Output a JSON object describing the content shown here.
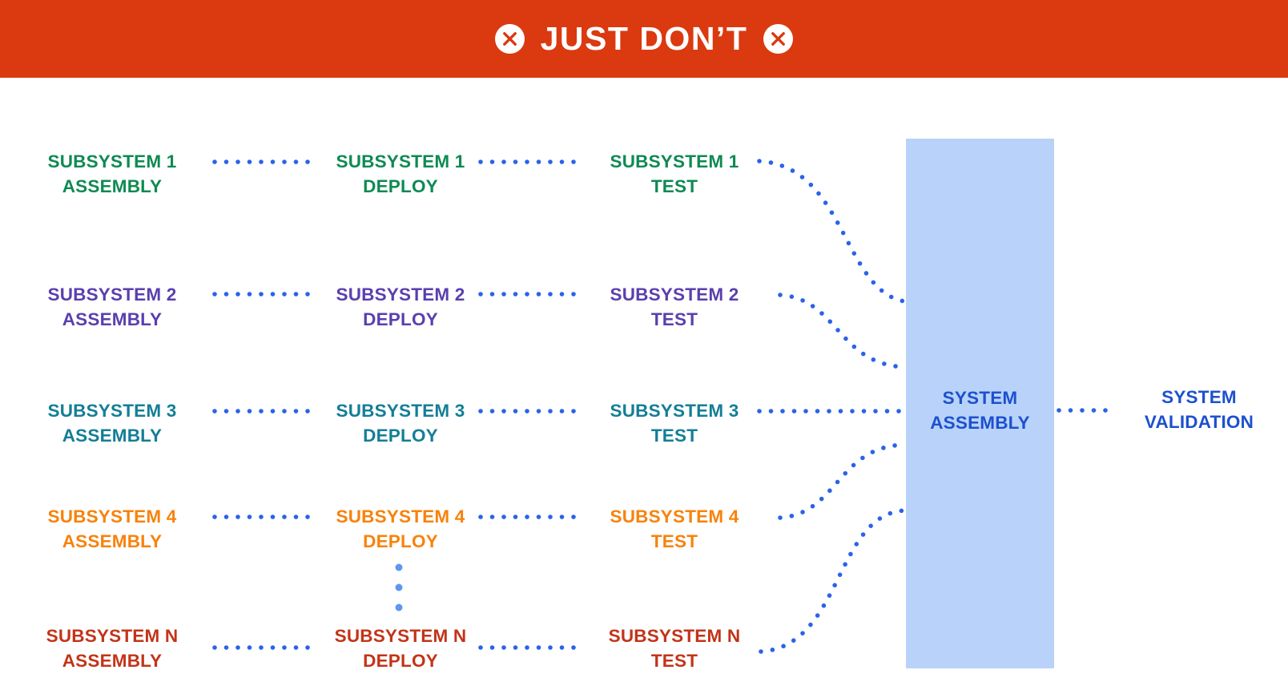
{
  "banner": {
    "title": "JUST DON’T"
  },
  "colors": {
    "banner_bg": "#DB390F",
    "dot_blue": "#2A63E8",
    "ellipsis_blue": "#5F97F0",
    "box_fill": "#B8D2F9",
    "deep_blue": "#1C51CE"
  },
  "rows": [
    {
      "name": "subsystem-1",
      "color": "#0E8A52",
      "cells": [
        {
          "line1": "SUBSYSTEM 1",
          "line2": "ASSEMBLY"
        },
        {
          "line1": "SUBSYSTEM 1",
          "line2": "DEPLOY"
        },
        {
          "line1": "SUBSYSTEM 1",
          "line2": "TEST"
        }
      ]
    },
    {
      "name": "subsystem-2",
      "color": "#5A3FAE",
      "cells": [
        {
          "line1": "SUBSYSTEM 2",
          "line2": "ASSEMBLY"
        },
        {
          "line1": "SUBSYSTEM 2",
          "line2": "DEPLOY"
        },
        {
          "line1": "SUBSYSTEM 2",
          "line2": "TEST"
        }
      ]
    },
    {
      "name": "subsystem-3",
      "color": "#137E96",
      "cells": [
        {
          "line1": "SUBSYSTEM 3",
          "line2": "ASSEMBLY"
        },
        {
          "line1": "SUBSYSTEM 3",
          "line2": "DEPLOY"
        },
        {
          "line1": "SUBSYSTEM 3",
          "line2": "TEST"
        }
      ]
    },
    {
      "name": "subsystem-4",
      "color": "#F8820B",
      "cells": [
        {
          "line1": "SUBSYSTEM 4",
          "line2": "ASSEMBLY"
        },
        {
          "line1": "SUBSYSTEM 4",
          "line2": "DEPLOY"
        },
        {
          "line1": "SUBSYSTEM 4",
          "line2": "TEST"
        }
      ]
    },
    {
      "name": "subsystem-n",
      "color": "#C23418",
      "cells": [
        {
          "line1": "SUBSYSTEM N",
          "line2": "ASSEMBLY"
        },
        {
          "line1": "SUBSYSTEM N",
          "line2": "DEPLOY"
        },
        {
          "line1": "SUBSYSTEM N",
          "line2": "TEST"
        }
      ]
    }
  ],
  "system_assembly": {
    "line1": "SYSTEM",
    "line2": "ASSEMBLY"
  },
  "system_validation": {
    "line1": "SYSTEM",
    "line2": "VALIDATION"
  }
}
